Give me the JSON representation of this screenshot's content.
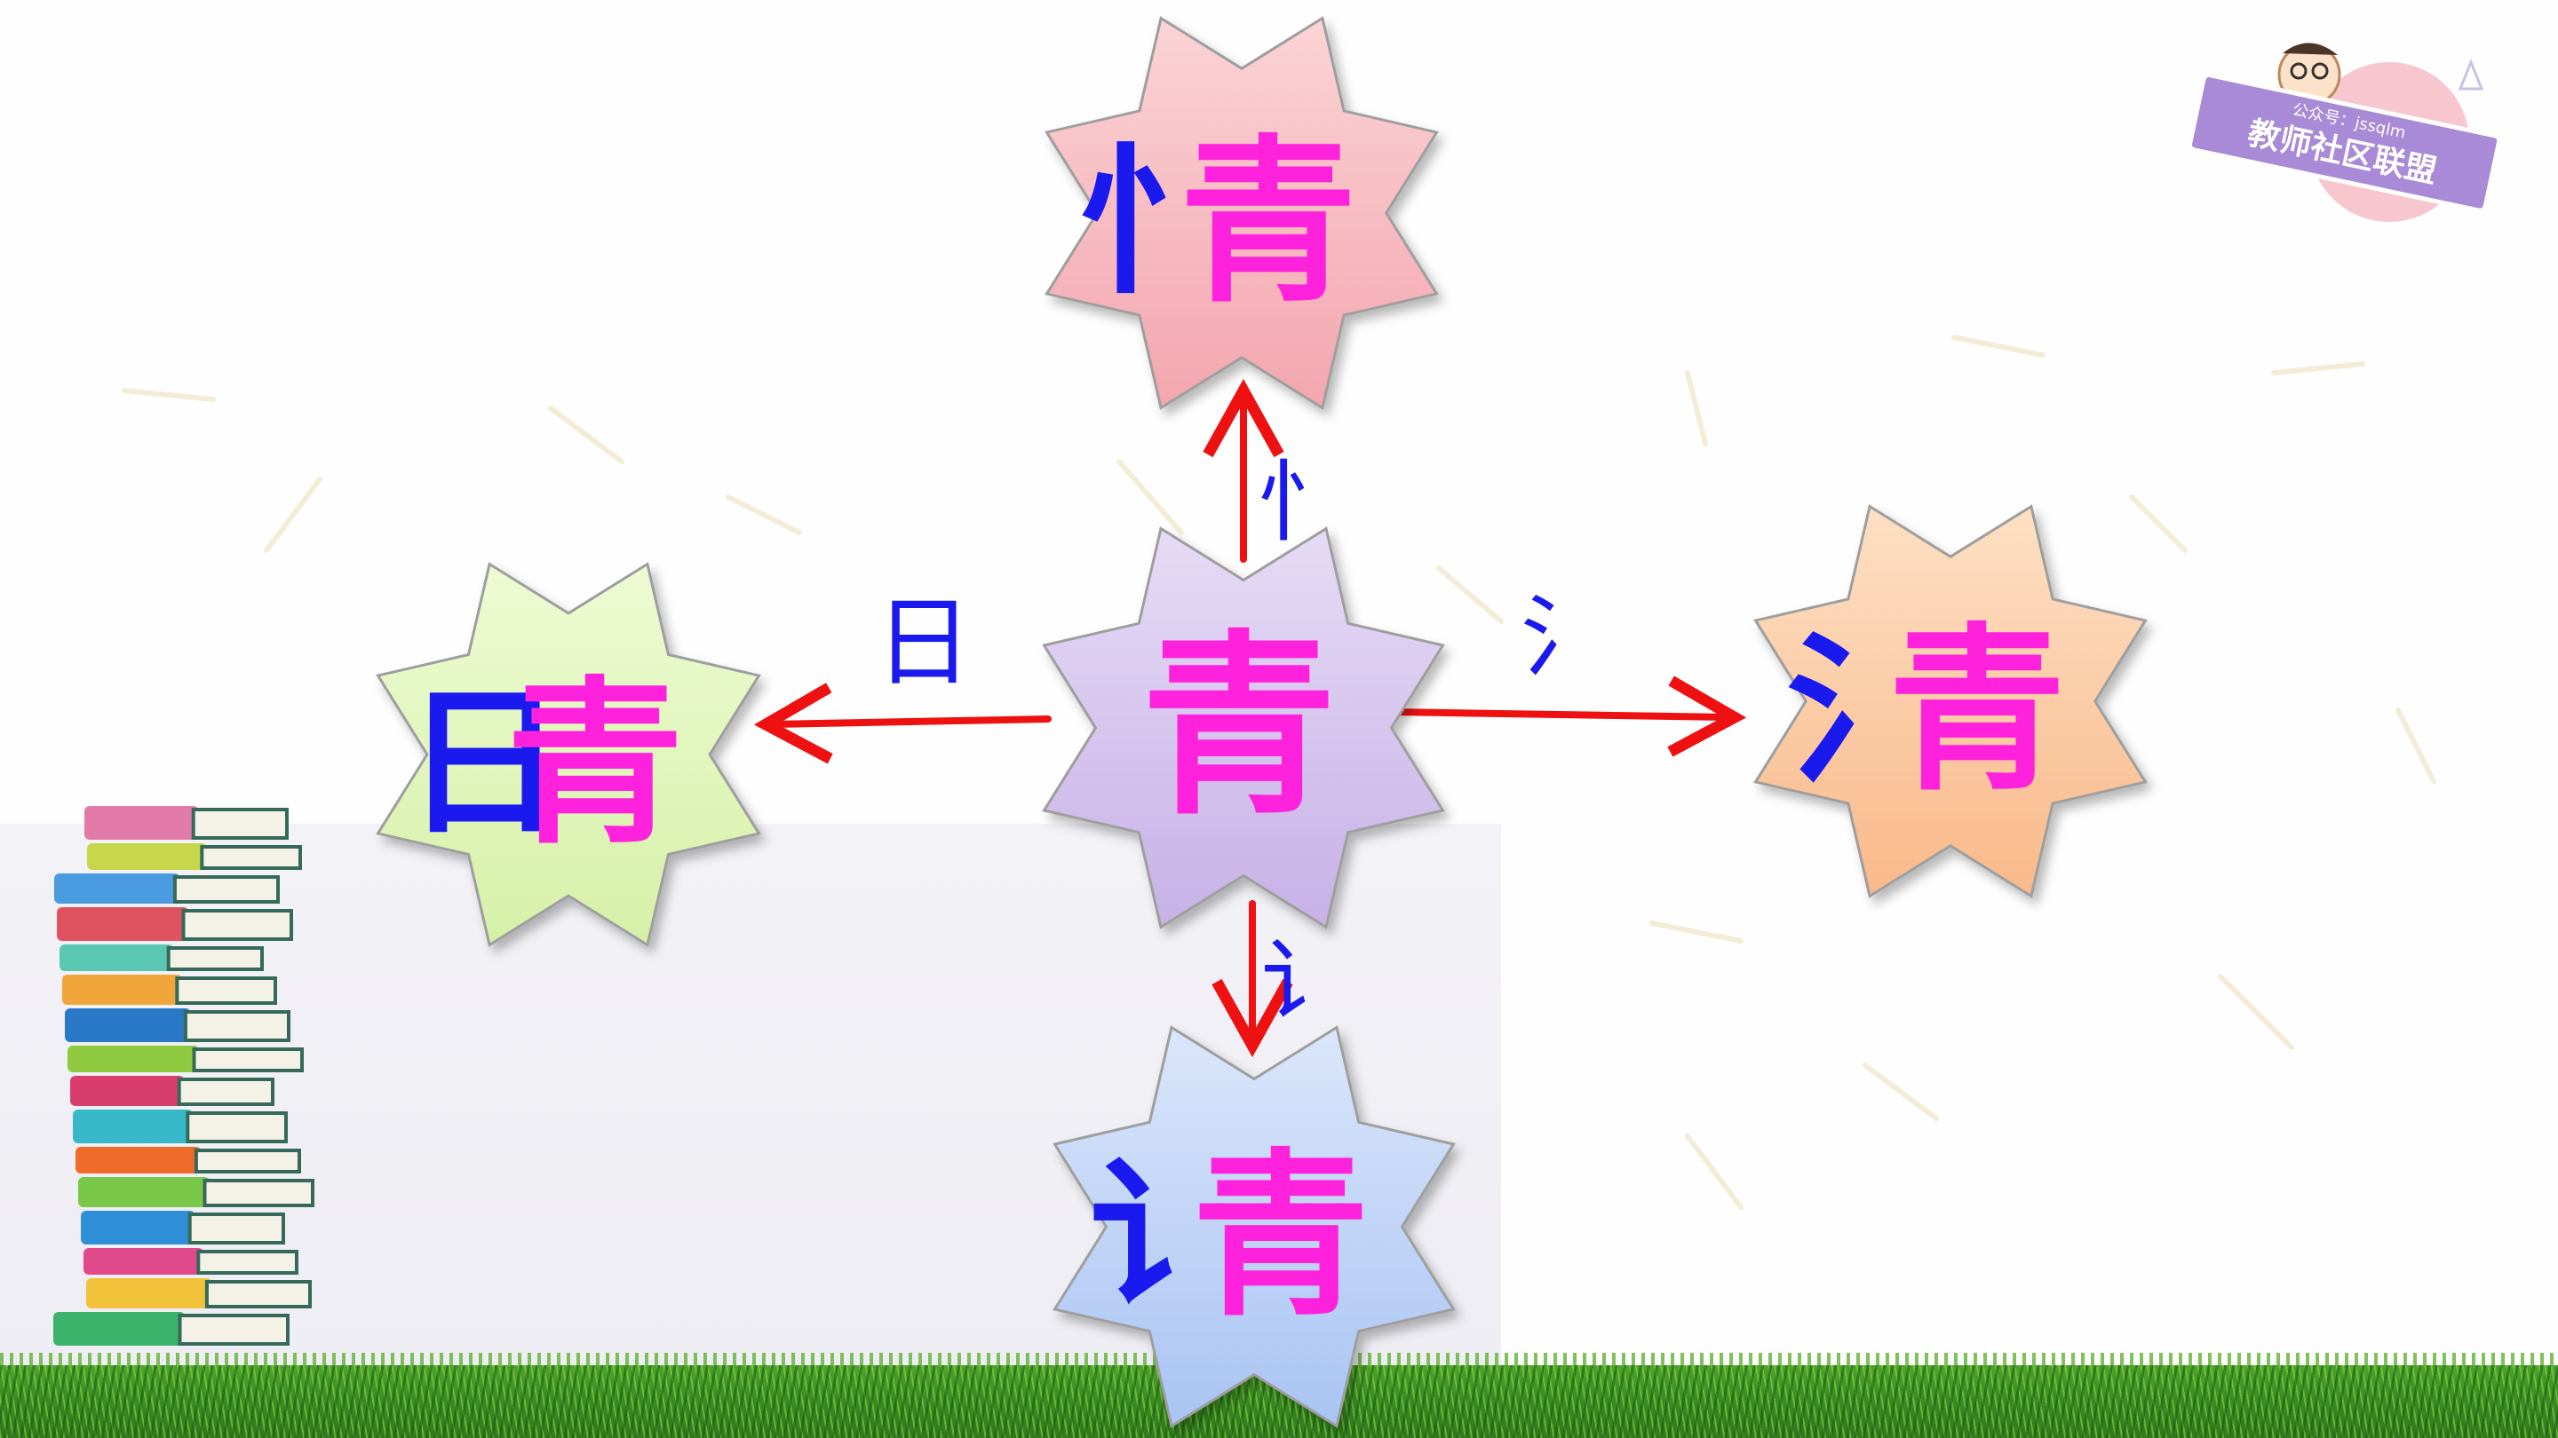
{
  "center": {
    "char": "青",
    "fill": "#d7c6ee",
    "color": "#ff22dd"
  },
  "branches": [
    {
      "id": "up",
      "radical": "忄",
      "char": "情",
      "radical_part": "忄",
      "shared_part": "青",
      "fill": "#f7b9bf"
    },
    {
      "id": "left",
      "radical": "日",
      "char": "晴",
      "radical_part": "日",
      "shared_part": "青",
      "fill": "#e0f6b8"
    },
    {
      "id": "right",
      "radical": "氵",
      "char": "清",
      "radical_part": "氵",
      "shared_part": "青",
      "fill": "#fccda6"
    },
    {
      "id": "down",
      "radical": "讠",
      "char": "请",
      "radical_part": "讠",
      "shared_part": "青",
      "fill": "#c5d8f7"
    }
  ],
  "colors": {
    "radical": "#1a1aee",
    "shared": "#ff22dd",
    "arrow": "#ee1111"
  },
  "logo": {
    "text": "教师社区联盟",
    "subtext": "公众号：jssqlm"
  }
}
